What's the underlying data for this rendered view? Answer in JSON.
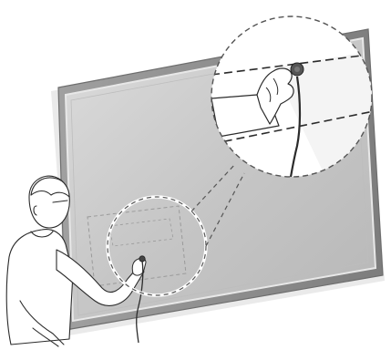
{
  "diagram": {
    "elements": [
      {
        "id": "tv-panel",
        "role": "wall-mounted flat panel display, rear view"
      },
      {
        "id": "person",
        "role": "person reaching behind the display"
      },
      {
        "id": "hand",
        "role": "hand inserting a plug"
      },
      {
        "id": "cable",
        "role": "power cable hanging from the connector"
      },
      {
        "id": "detail-callout",
        "role": "magnified view of the connection point"
      }
    ],
    "colors": {
      "panel_fill": "#c9c9c9",
      "panel_frame": "#8f8f8f",
      "panel_highlight": "#e6e6e6",
      "line": "#2b2b2b",
      "callout_background": "#ffffff"
    }
  }
}
